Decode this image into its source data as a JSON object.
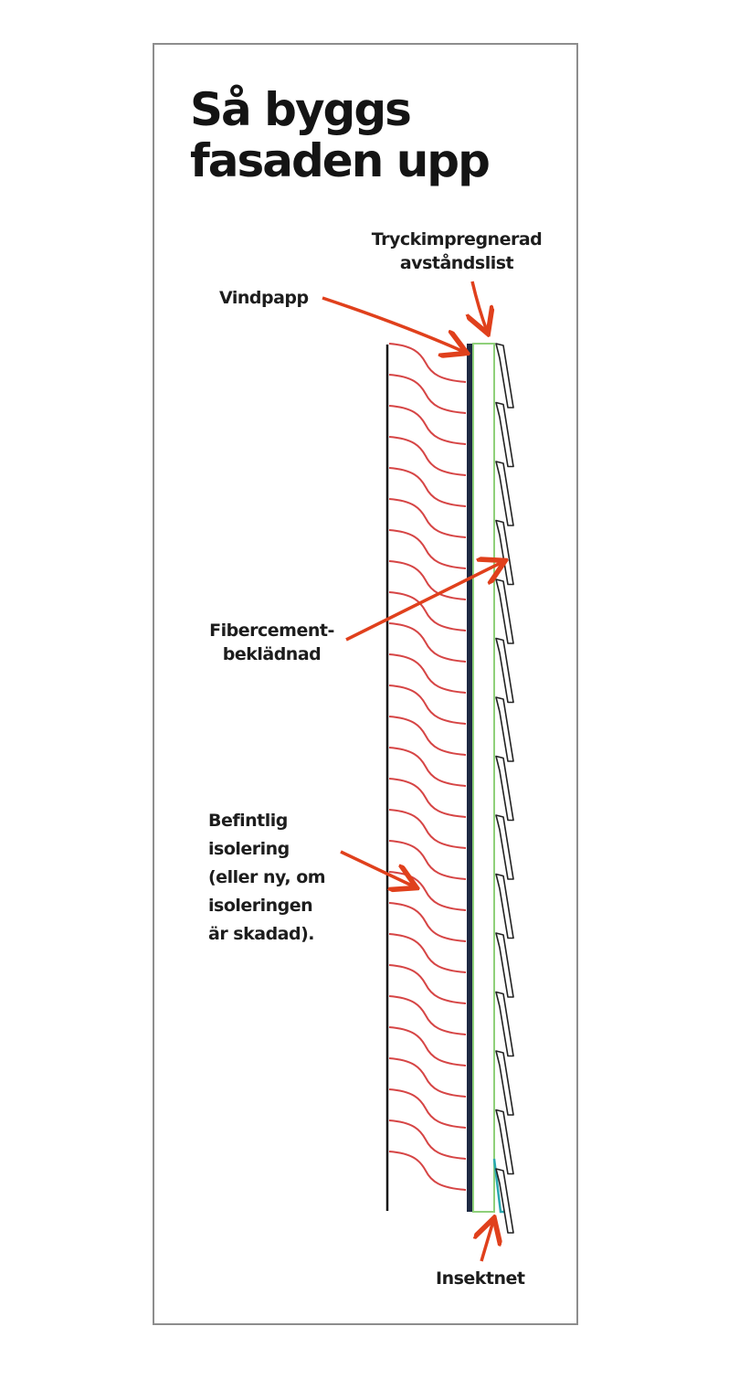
{
  "title_lines": [
    "Så byggs",
    "fasaden upp"
  ],
  "labels": {
    "tryck_line1": "Tryckimpregnerad",
    "tryck_line2": "avståndslist",
    "vindpapp": "Vindpapp",
    "fiber_line1": "Fibercement-",
    "fiber_line2": "beklädnad",
    "befintlig_lines": [
      "Befintlig",
      "isolering",
      "(eller ny, om",
      "isoleringen",
      "är skadad)."
    ],
    "insektnet": "Insektnet"
  },
  "colors": {
    "arrow": "#e0401c",
    "insulation": "#d64545",
    "batten": "#8fd07a",
    "windpaper": "#1e2a44",
    "net": "#2aa8b0",
    "wall": "#111111",
    "cladding": "#222222"
  }
}
